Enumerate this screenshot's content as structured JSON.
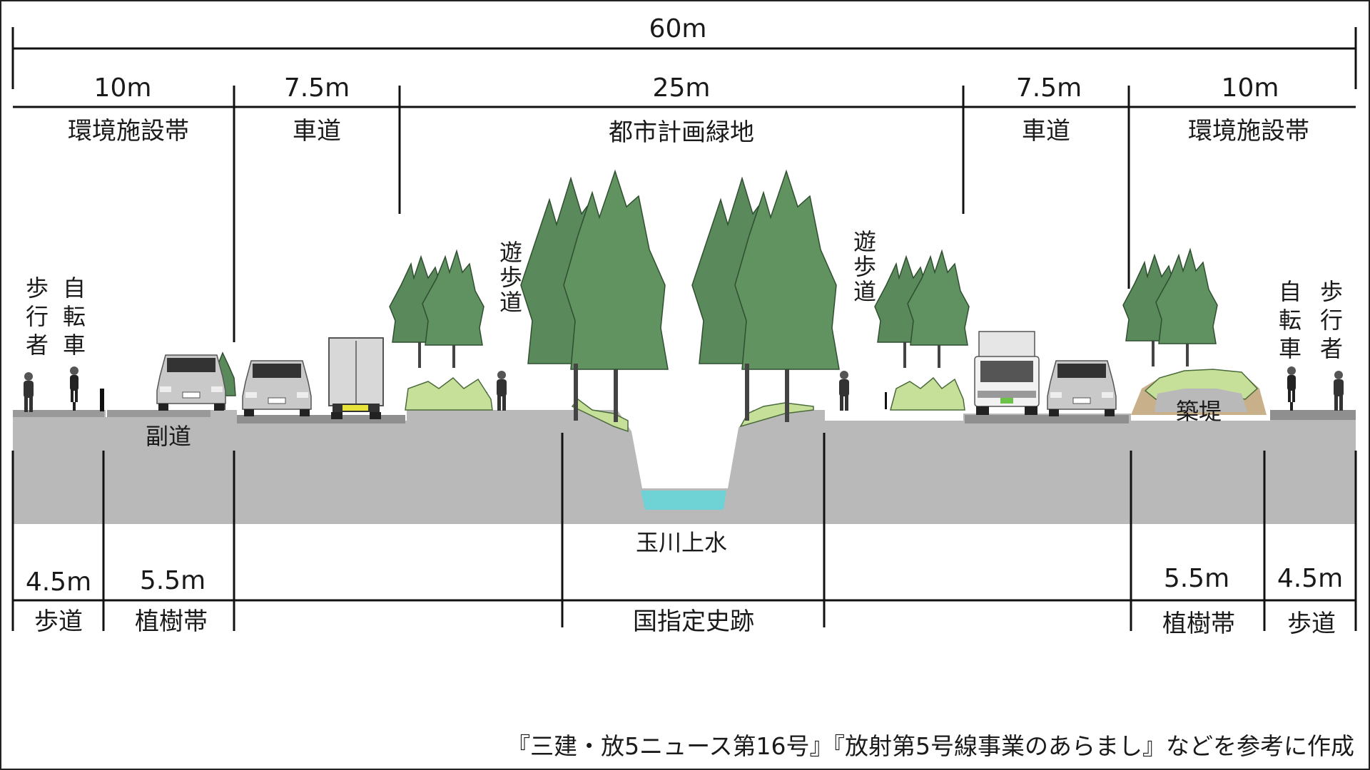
{
  "total_width": "60m",
  "top_sections": [
    {
      "width": "10m",
      "name": "環境施設帯"
    },
    {
      "width": "7.5m",
      "name": "車道"
    },
    {
      "width": "25m",
      "name": "都市計画緑地"
    },
    {
      "width": "7.5m",
      "name": "車道"
    },
    {
      "width": "10m",
      "name": "環境施設帯"
    }
  ],
  "labels": {
    "pedestrian": "歩行者",
    "bicycle": "自転車",
    "promenade": "遊歩道",
    "side_road": "副道",
    "embankment": "築堤",
    "canal": "玉川上水"
  },
  "bottom_sections": {
    "left_sidewalk": {
      "width": "4.5m",
      "name": "歩道"
    },
    "left_planting": {
      "width": "5.5m",
      "name": "植樹帯"
    },
    "historic_site": "国指定史跡",
    "right_planting": {
      "width": "5.5m",
      "name": "植樹帯"
    },
    "right_sidewalk": {
      "width": "4.5m",
      "name": "歩道"
    }
  },
  "source_note": "『三建・放5ニュース第16号』『放射第5号線事業のあらまし』などを参考に作成",
  "colors": {
    "ground": "#b9b9b9",
    "road": "#8f8f8f",
    "tree_dark": "#5a8a5c",
    "tree_light": "#c6e09a",
    "water": "#6fd3d6",
    "embankment": "#c8b08a"
  }
}
